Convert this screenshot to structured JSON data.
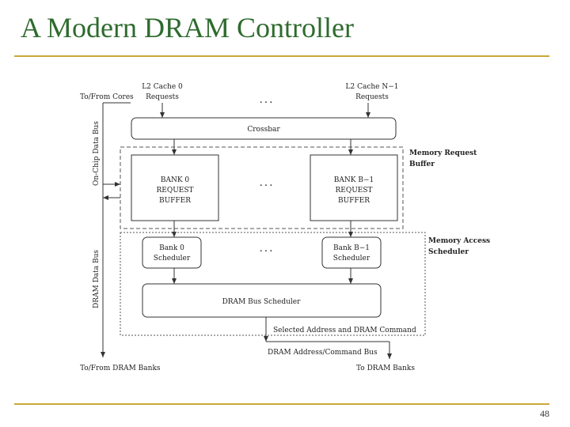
{
  "slide": {
    "title": "A Modern DRAM Controller",
    "page_number": "48"
  },
  "diagram": {
    "to_from_cores": "To/From Cores",
    "on_chip_data_bus": "On-Chip Data Bus",
    "dram_data_bus": "DRAM Data Bus",
    "l2_cache_0": [
      "L2 Cache 0",
      "Requests"
    ],
    "l2_cache_n": [
      "L2 Cache N−1",
      "Requests"
    ],
    "ellipsis": ". . .",
    "crossbar": "Crossbar",
    "memory_request_buffer": [
      "Memory Request",
      "Buffer"
    ],
    "bank0_request_buffer": [
      "BANK 0",
      "REQUEST",
      "BUFFER"
    ],
    "bankb_request_buffer": [
      "BANK B−1",
      "REQUEST",
      "BUFFER"
    ],
    "memory_access_scheduler": [
      "Memory Access",
      "Scheduler"
    ],
    "bank0_scheduler": [
      "Bank 0",
      "Scheduler"
    ],
    "bankb_scheduler": [
      "Bank B−1",
      "Scheduler"
    ],
    "dram_bus_scheduler": "DRAM Bus Scheduler",
    "selected_address": "Selected Address and DRAM Command",
    "dram_address_bus": "DRAM Address/Command Bus",
    "to_from_dram_banks": "To/From DRAM Banks",
    "to_dram_banks": "To DRAM Banks"
  }
}
